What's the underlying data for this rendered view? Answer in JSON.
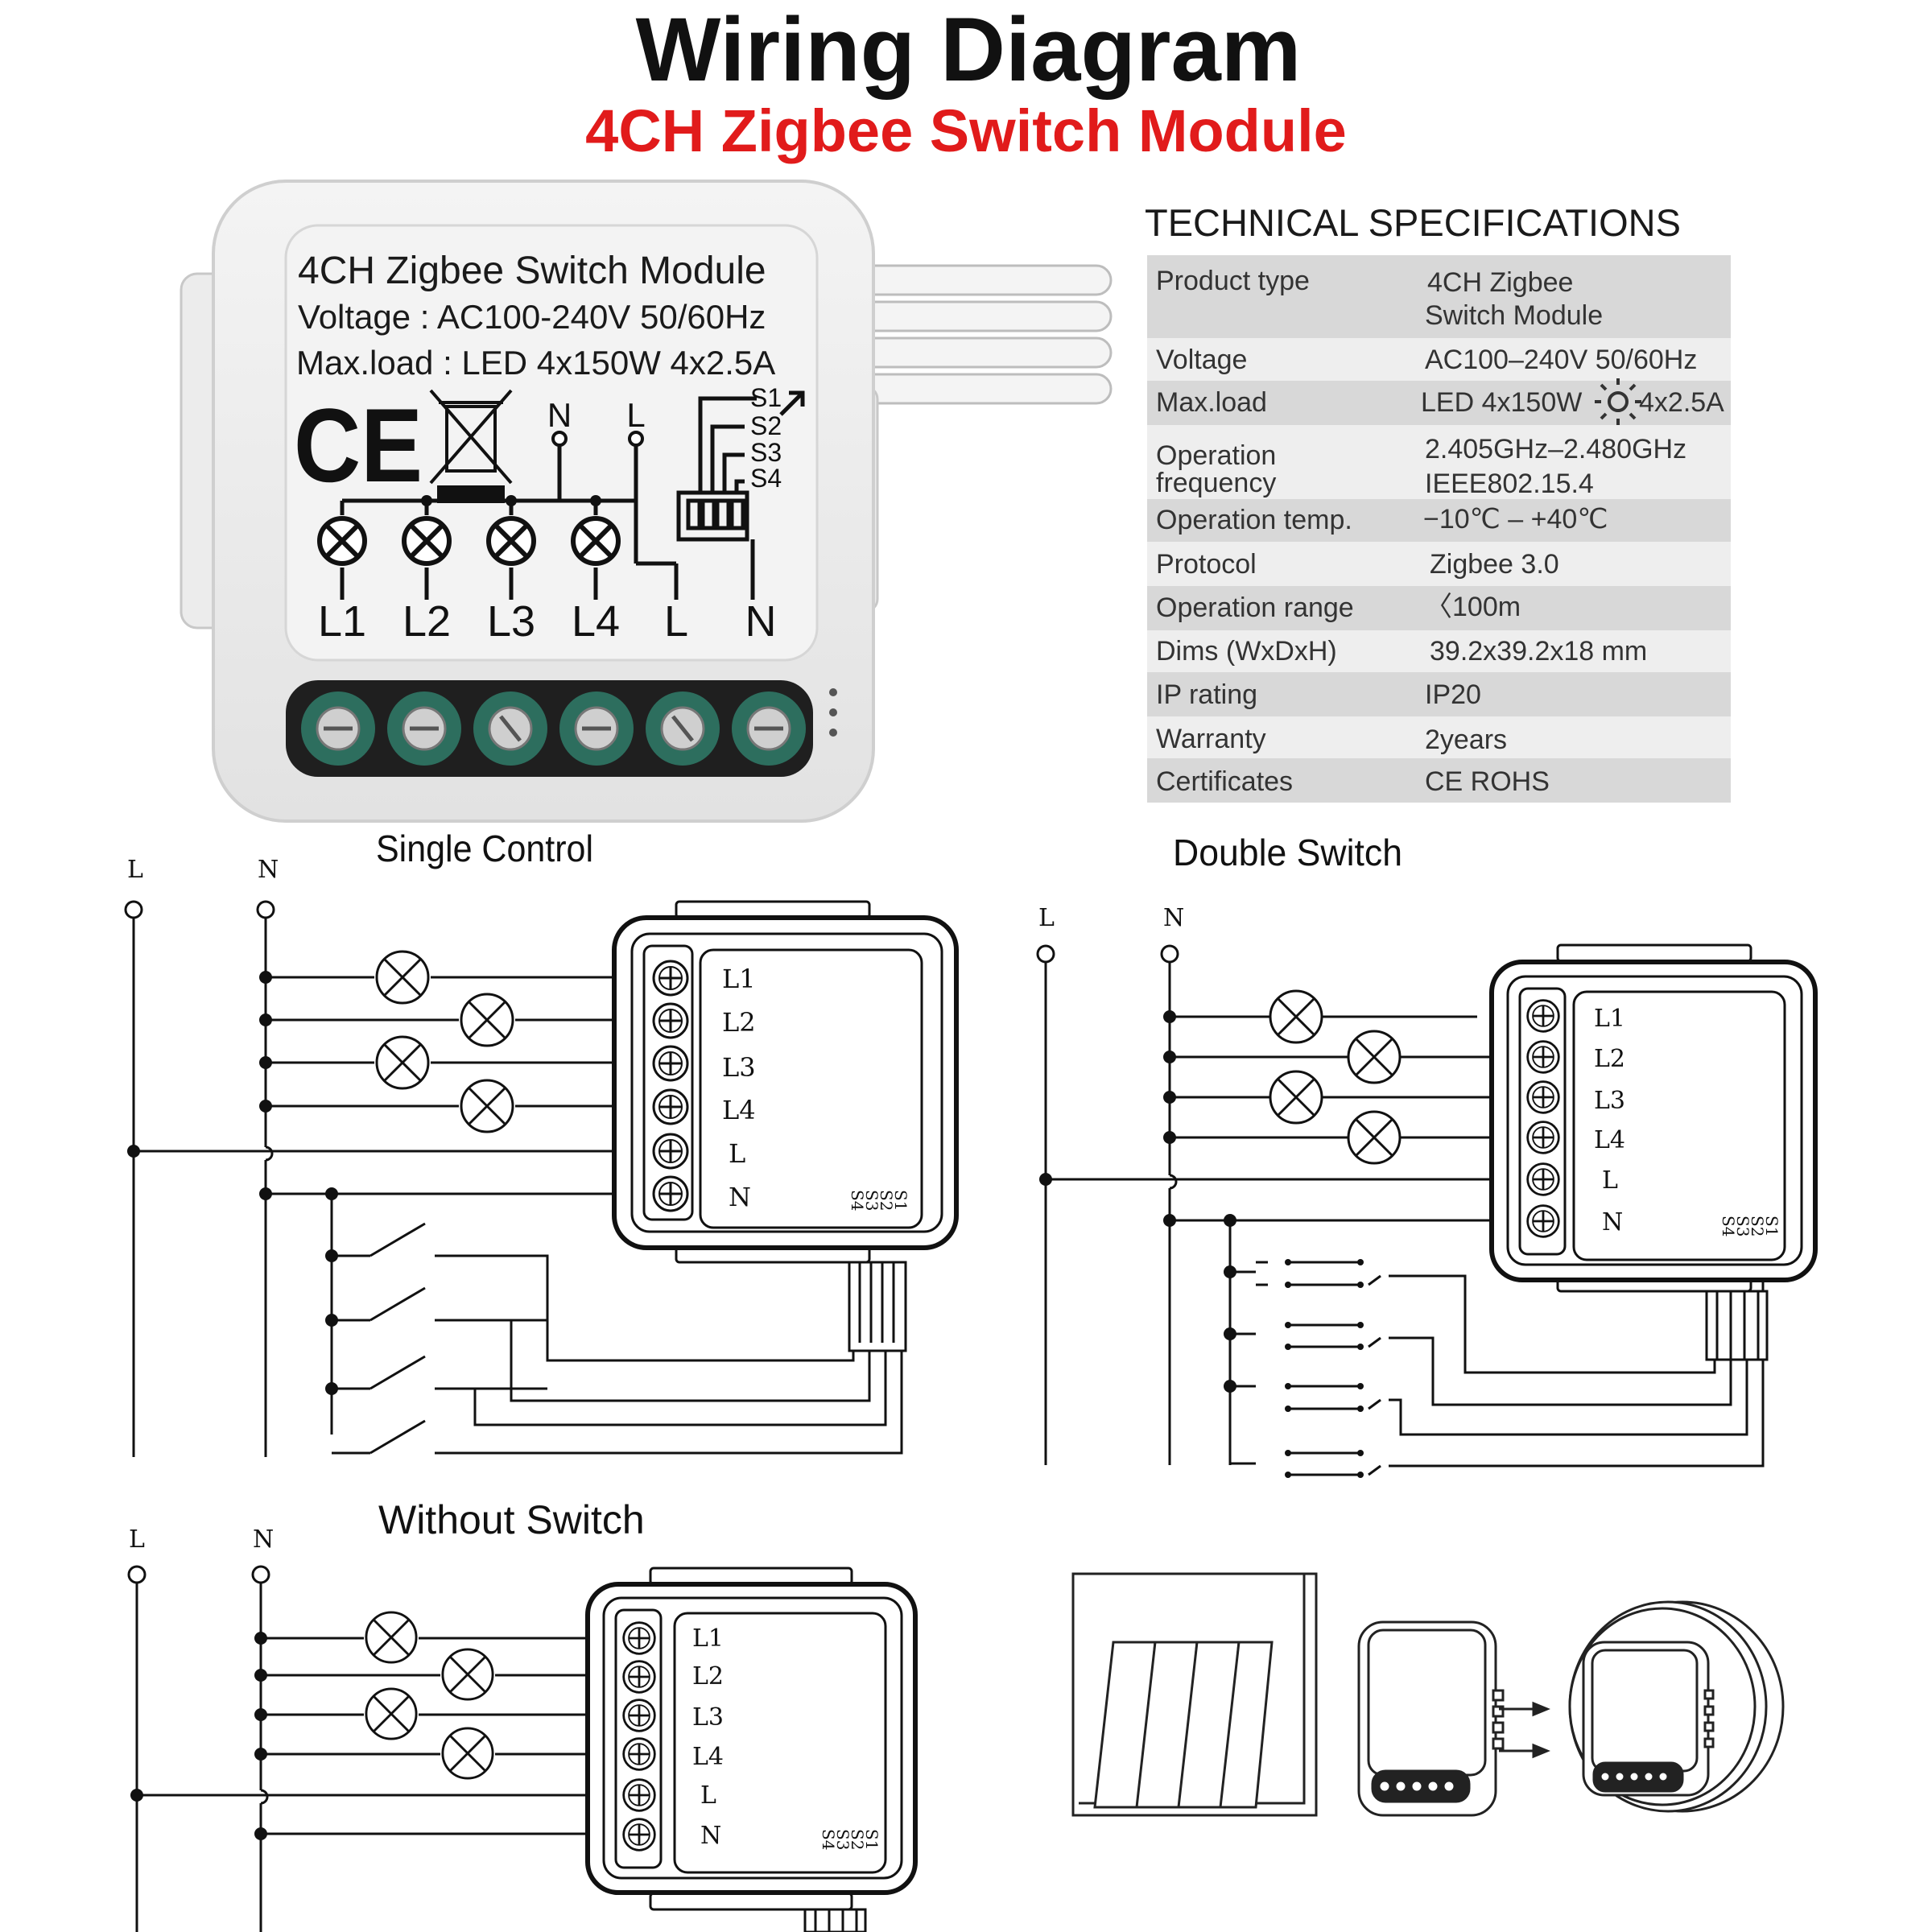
{
  "title": "Wiring Diagram",
  "subtitle": "4CH Zigbee Switch Module",
  "colors": {
    "title": "#111111",
    "subtitle": "#e11b1b",
    "spec_row_dark": "#d8d8d8",
    "spec_row_light": "#eeeeee",
    "terminal_green": "#2d6e5e"
  },
  "module_label": {
    "name": "4CH Zigbee Switch Module",
    "voltage": "Voltage : AC100-240V 50/60Hz",
    "maxload": "Max.load : LED 4x150W   4x2.5A",
    "ce": "CE",
    "terminals": [
      "L1",
      "L2",
      "L3",
      "L4",
      "L",
      "N"
    ],
    "top_n": "N",
    "top_l": "L",
    "switch_inputs": [
      "S1",
      "S2",
      "S3",
      "S4"
    ]
  },
  "specs": {
    "heading": "TECHNICAL SPECIFICATIONS",
    "rows": [
      {
        "label": "Product type",
        "value": "4CH Zigbee",
        "value2": "Switch Module"
      },
      {
        "label": "Voltage",
        "value": "AC100–240V 50/60Hz"
      },
      {
        "label": "Max.load",
        "value": "LED 4x150W",
        "value_extra": "4x2.5A",
        "icon": "bulb-icon"
      },
      {
        "label": "Operation",
        "label2": "frequency",
        "value": "2.405GHz–2.480GHz",
        "value2": "IEEE802.15.4"
      },
      {
        "label": "Operation temp.",
        "value": "−10℃  –  +40℃"
      },
      {
        "label": "Protocol",
        "value": "Zigbee  3.0"
      },
      {
        "label": "Operation range",
        "value": "〈100m"
      },
      {
        "label": "Dims (WxDxH)",
        "value": "39.2x39.2x18 mm"
      },
      {
        "label": "IP rating",
        "value": "IP20"
      },
      {
        "label": "Warranty",
        "value": "2years"
      },
      {
        "label": "Certificates",
        "value": "CE ROHS"
      }
    ]
  },
  "diagrams": {
    "single": {
      "title": "Single Control"
    },
    "double": {
      "title": "Double Switch"
    },
    "without": {
      "title": "Without Switch"
    },
    "line_label": "L",
    "neutral_label": "N",
    "terminals": [
      "L1",
      "L2",
      "L3",
      "L4",
      "L",
      "N"
    ],
    "switch_inputs": [
      "S1",
      "S2",
      "S3",
      "S4"
    ]
  }
}
